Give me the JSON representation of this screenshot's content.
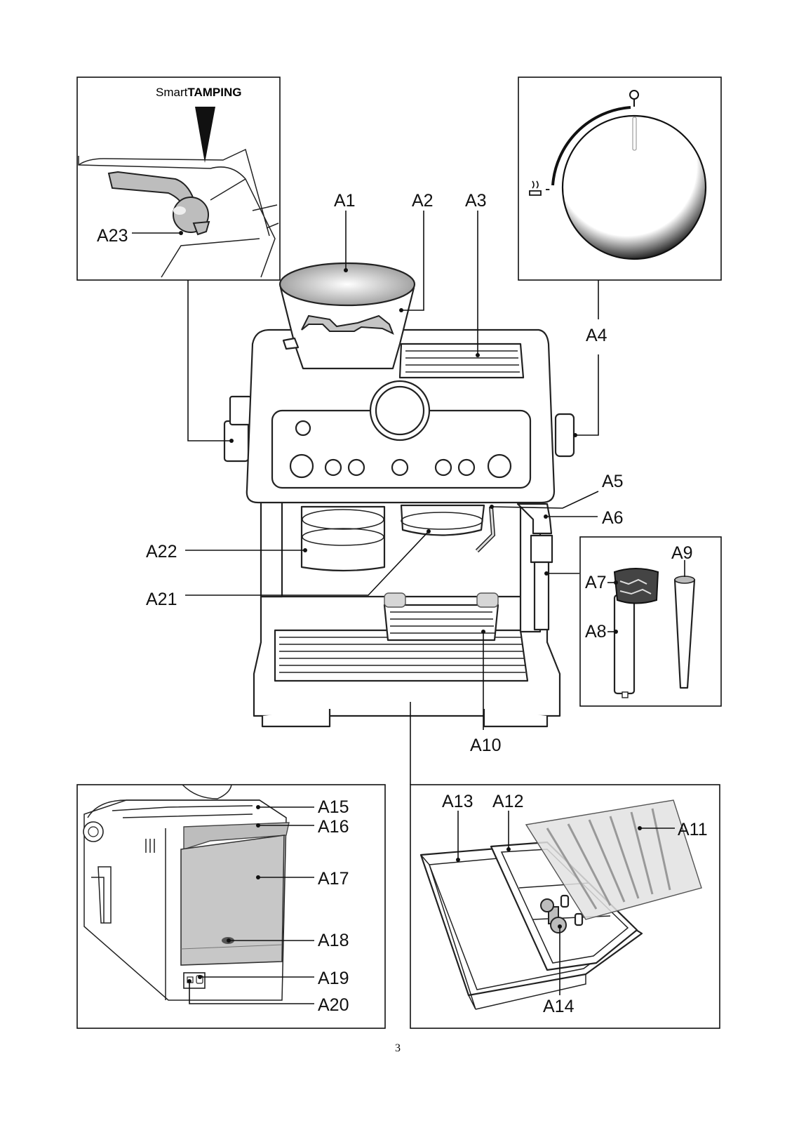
{
  "brand_label": {
    "smart": "Smart",
    "tamping": "TAMPING"
  },
  "labels": {
    "A1": "A1",
    "A2": "A2",
    "A3": "A3",
    "A4": "A4",
    "A5": "A5",
    "A6": "A6",
    "A7": "A7",
    "A8": "A8",
    "A9": "A9",
    "A10": "A10",
    "A11": "A11",
    "A12": "A12",
    "A13": "A13",
    "A14": "A14",
    "A15": "A15",
    "A16": "A16",
    "A17": "A17",
    "A18": "A18",
    "A19": "A19",
    "A20": "A20",
    "A21": "A21",
    "A22": "A22",
    "A23": "A23"
  },
  "steam_knob": {
    "zero_mark": "0",
    "minus_mark": "-"
  },
  "page_number": "3",
  "colors": {
    "ink": "#111111",
    "fill_gray": "#bdbdbd",
    "light_gray": "#d6d6d6"
  },
  "icons": [
    "steam-icon",
    "tamping-arrow-icon"
  ]
}
